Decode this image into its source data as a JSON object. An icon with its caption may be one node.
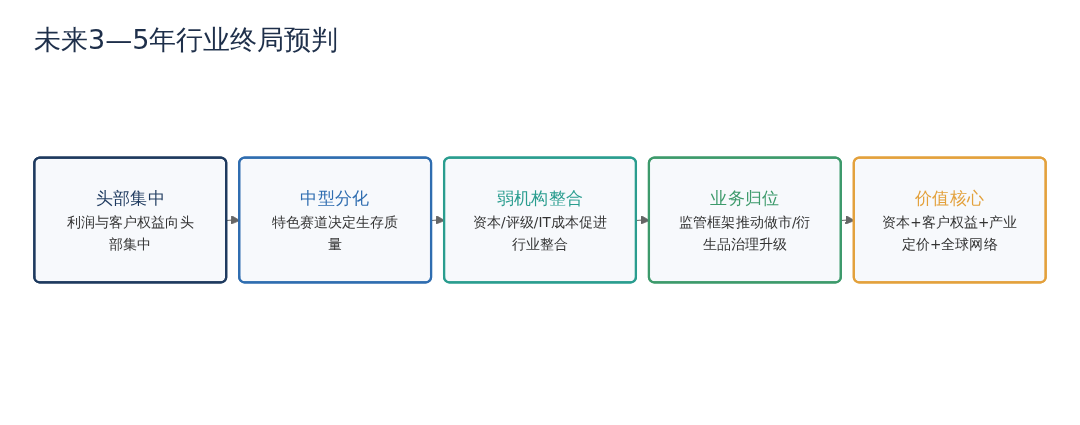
{
  "diagram": {
    "title": "未来3—5年行业终局预判",
    "nodes": [
      {
        "text": [
          "头部集中",
          "利润与客户权益向头部集中"
        ]
      },
      {
        "text": [
          "中型分化",
          "特色赛道决定生存质量"
        ]
      },
      {
        "text": [
          "弱机构整合",
          "资本/评级/IT成本促进行业整合"
        ]
      },
      {
        "text": [
          "业务归位",
          "监管框架推动做市/衍生品治理升级"
        ]
      },
      {
        "text": [
          "价值核心",
          "资本+客户权益+产业定价+全球网络"
        ]
      }
    ],
    "edges": [
      {
        "from": 0,
        "to": 1,
        "arrow": "to"
      },
      {
        "from": 1,
        "to": 2,
        "arrow": "to"
      },
      {
        "from": 2,
        "to": 3,
        "arrow": "to"
      },
      {
        "from": 3,
        "to": 4,
        "arrow": "to"
      }
    ]
  }
}
